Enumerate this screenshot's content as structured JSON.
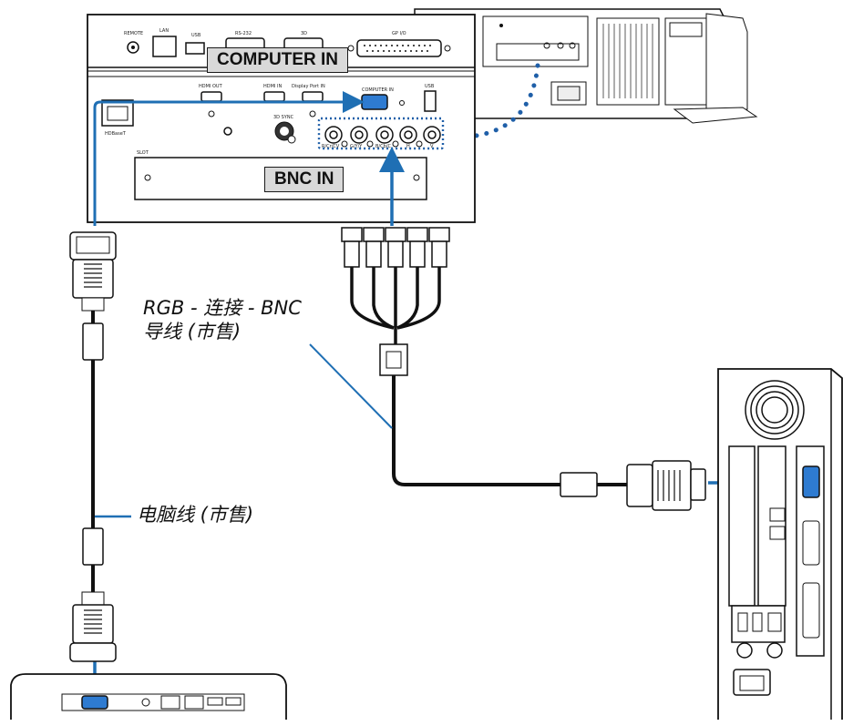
{
  "labels": {
    "computer_in": "COMPUTER IN",
    "bnc_in": "BNC IN",
    "rgb_cable_line1": "RGB - 连接 - BNC",
    "rgb_cable_line2": "导线 (市售)",
    "computer_cable": "电脑线 (市售)"
  },
  "panel_labels": {
    "remote": "REMOTE",
    "lan": "LAN",
    "usb_top": "USB",
    "rs232": "RS-232",
    "three_d": "3D",
    "gpio": "GP I/O",
    "hdmi_out": "HDMI OUT",
    "hdmi_in": "HDMI IN",
    "display_port_in": "Display Port IN",
    "computer_in_small": "COMPUTER IN",
    "usb_right": "USB",
    "hdbaset": "HDBaseT",
    "three_d_sync": "3D SYNC",
    "slot": "SLOT",
    "bnc_r": "R/Cr/CV",
    "bnc_g": "G/Y/Y",
    "bnc_b": "B/Cb/C",
    "bnc_h": "H",
    "bnc_v": "V"
  },
  "colors": {
    "arrow_blue": "#1f6fb4",
    "dotted_blue": "#1f5fa8",
    "connector_blue": "#2e7bd1",
    "label_bg": "#d9d9d9"
  }
}
